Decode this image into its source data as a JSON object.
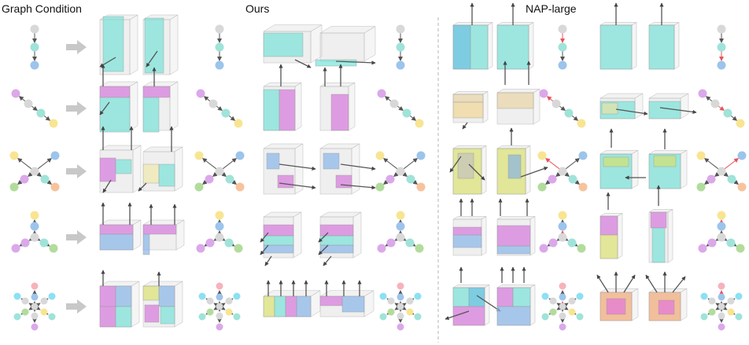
{
  "headers": {
    "graph_condition": "Graph Condition",
    "ours": "Ours",
    "nap_large": "NAP-large"
  },
  "node_colors": {
    "gray": "#d8d8d8",
    "mint": "#9fe3d9",
    "blue": "#9cc4ec",
    "purple": "#dba8ea",
    "yellow": "#f8e592",
    "green": "#b2dc9c",
    "orange": "#f7c39c",
    "pink": "#f7b2bc",
    "cyan": "#8ce0f4",
    "red_edge": "#e8535d"
  },
  "graph_types": [
    "chain3",
    "chain4",
    "star4",
    "tri-star",
    "star8"
  ],
  "nap_mismatch_marked": [
    true,
    true,
    true,
    true,
    true
  ]
}
